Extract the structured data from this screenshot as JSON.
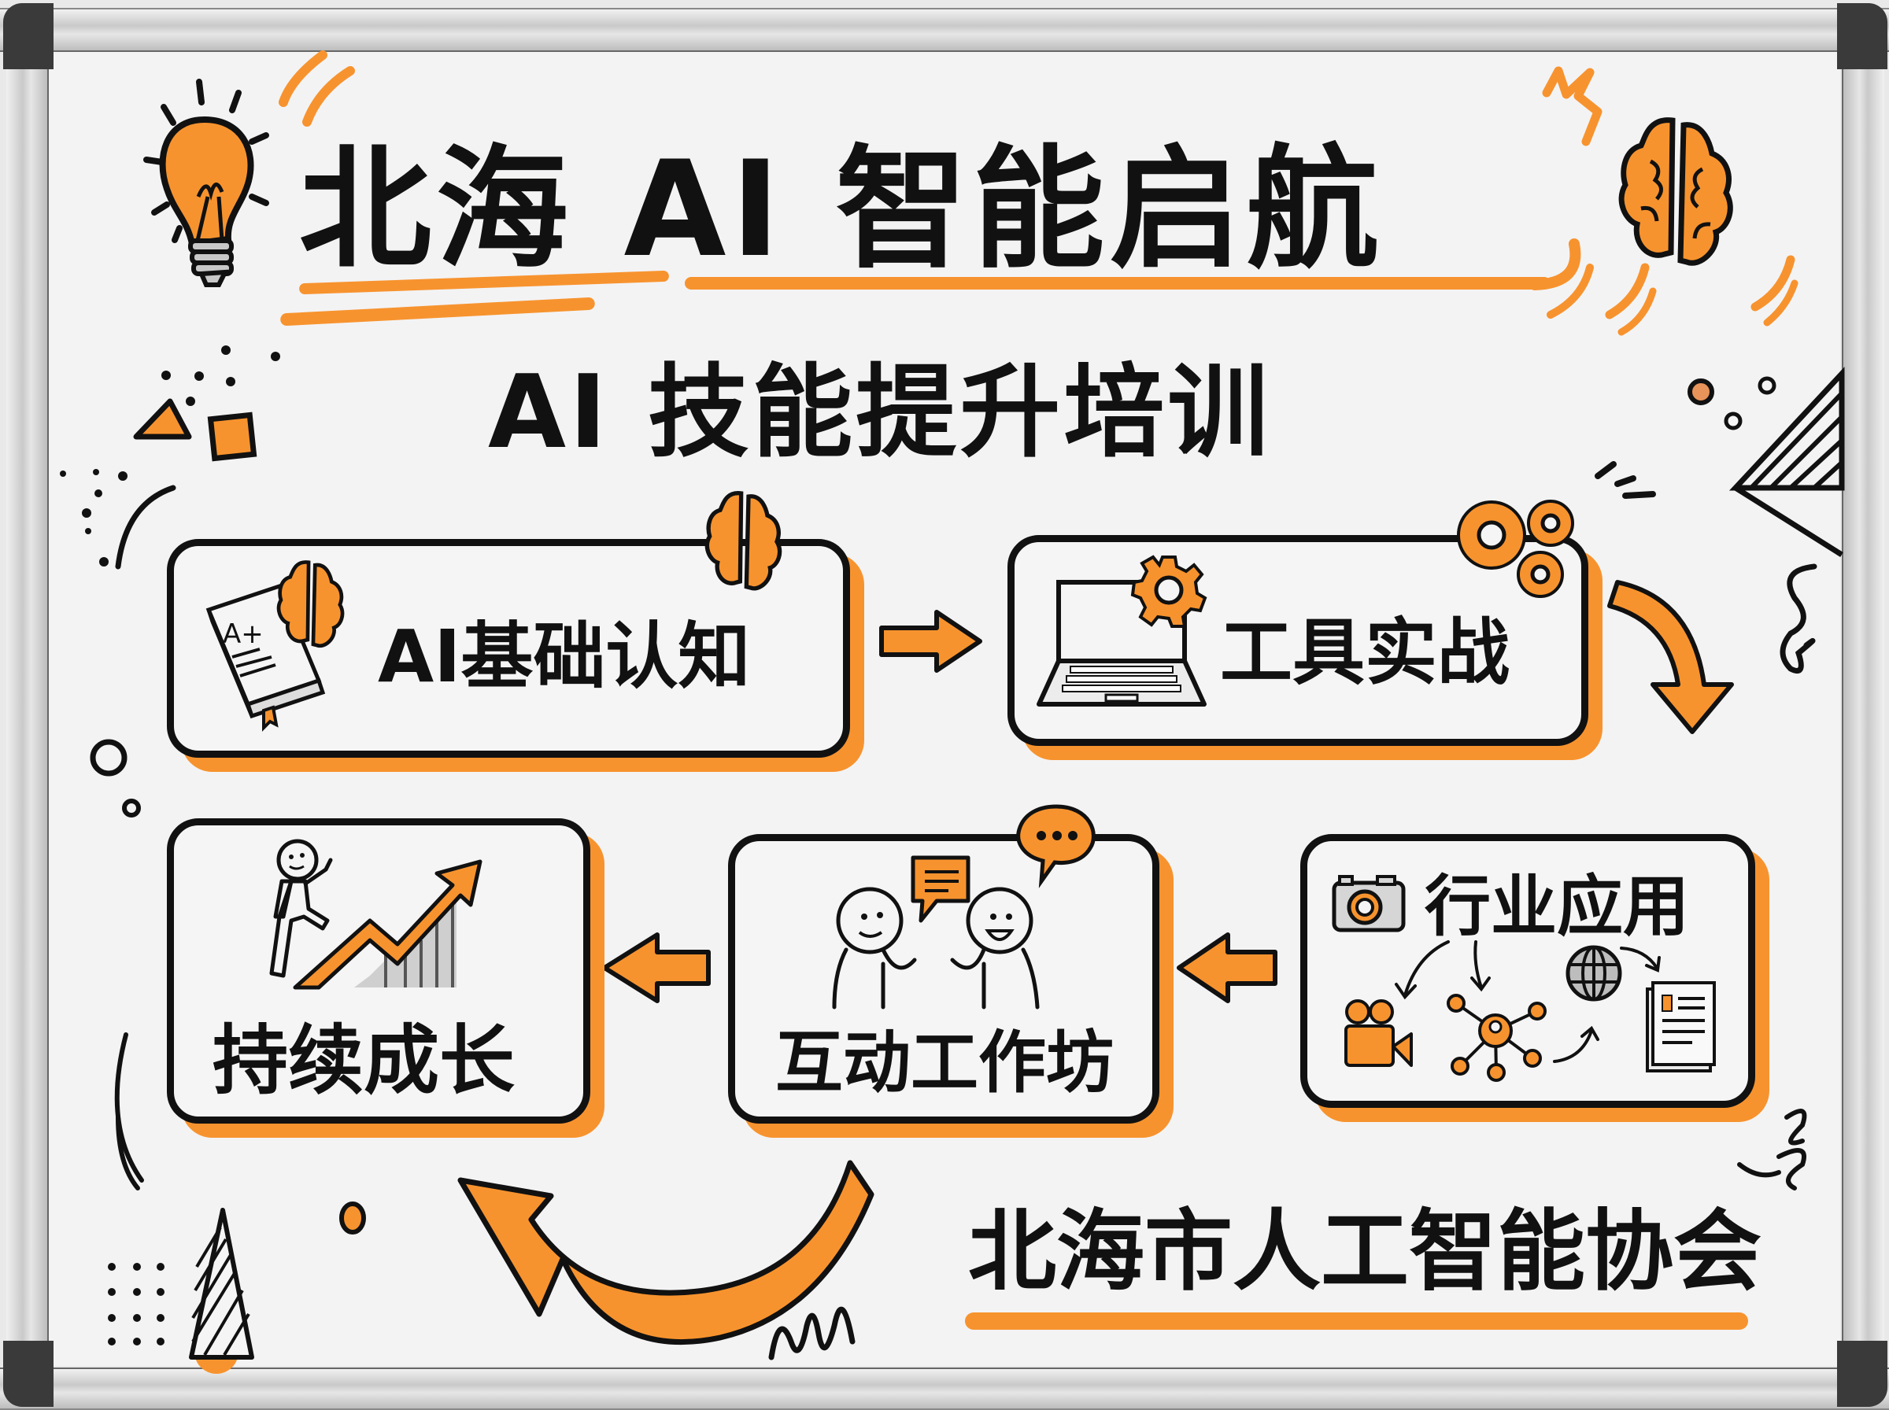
{
  "board": {
    "title": "北海 AI 智能启航",
    "subtitle": "AI 技能提升培训",
    "footer": "北海市人工智能协会"
  },
  "colors": {
    "accent": "#f7932e",
    "ink": "#111111",
    "board": "#f3f3f4",
    "frame": "#c9c9c9"
  },
  "steps": [
    {
      "label": "AI基础认知",
      "icons": [
        "book-icon",
        "brain-icon"
      ],
      "order": 1
    },
    {
      "label": "工具实战",
      "icons": [
        "laptop-icon",
        "gear-icon"
      ],
      "order": 2
    },
    {
      "label": "行业应用",
      "icons": [
        "camera-icon",
        "video-camera-icon",
        "network-icon",
        "globe-icon",
        "document-icon"
      ],
      "order": 3
    },
    {
      "label": "互动工作坊",
      "icons": [
        "people-talking-icon",
        "chat-bubble-icon"
      ],
      "order": 4
    },
    {
      "label": "持续成长",
      "icons": [
        "climbing-person-icon",
        "growth-chart-icon"
      ],
      "order": 5
    }
  ],
  "step_card_a_plus": "A+"
}
